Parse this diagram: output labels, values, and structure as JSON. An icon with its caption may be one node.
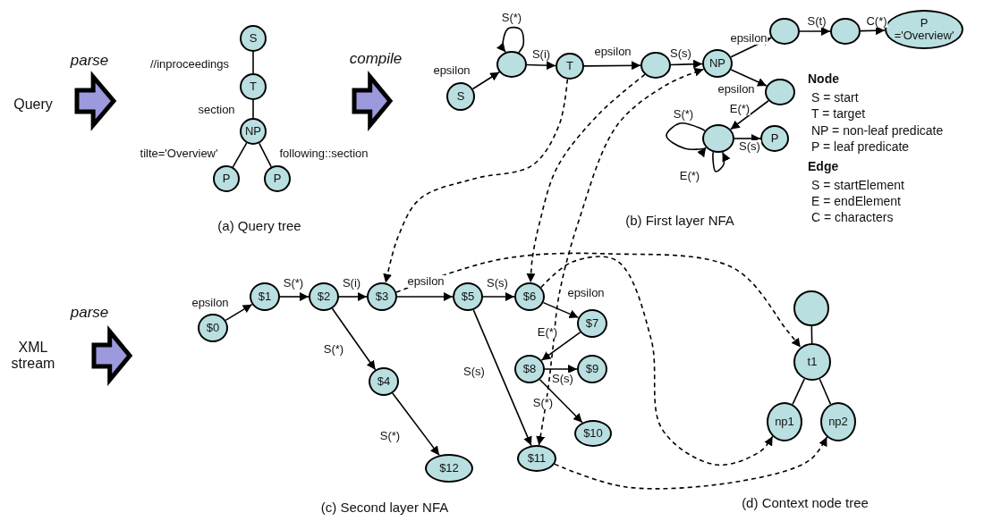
{
  "diagram": {
    "nodes": [
      {
        "text": [
          "S"
        ]
      },
      {
        "text": [
          "T"
        ]
      },
      {
        "text": [
          "NP"
        ]
      },
      {
        "text": [
          "P"
        ]
      },
      {
        "text": [
          "P"
        ]
      },
      {
        "text": [
          "S"
        ]
      },
      {
        "text": [],
        "shape": "circle"
      },
      {
        "text": [
          "T"
        ]
      },
      {
        "text": [],
        "shape": "circle"
      },
      {
        "text": [
          "NP"
        ]
      },
      {
        "text": [],
        "shape": "circle"
      },
      {
        "text": [],
        "shape": "circle"
      },
      {
        "text": [
          "P",
          "='Overview'"
        ]
      },
      {
        "text": [],
        "shape": "circle"
      },
      {
        "text": [],
        "shape": "circle"
      },
      {
        "text": [
          "P"
        ]
      },
      {
        "text": [
          "$0"
        ]
      },
      {
        "text": [
          "$1"
        ]
      },
      {
        "text": [
          "$2"
        ]
      },
      {
        "text": [
          "$3"
        ]
      },
      {
        "text": [
          "$5"
        ]
      },
      {
        "text": [
          "$6"
        ]
      },
      {
        "text": [
          "$7"
        ]
      },
      {
        "text": [
          "$8"
        ]
      },
      {
        "text": [
          "$9"
        ]
      },
      {
        "text": [
          "$4"
        ]
      },
      {
        "text": [
          "$10"
        ]
      },
      {
        "text": [
          "$11"
        ]
      },
      {
        "text": [
          "$12"
        ]
      },
      {
        "text": [],
        "shape": "circle"
      },
      {
        "text": [
          "t1"
        ]
      },
      {
        "text": [
          "np1"
        ]
      },
      {
        "text": [
          "np2"
        ]
      }
    ],
    "edges": [
      {
        "from": 0,
        "to": 1,
        "arrow": "none",
        "label": "//inproceedings"
      },
      {
        "from": 1,
        "to": 2,
        "arrow": "none",
        "label": "section"
      },
      {
        "from": 2,
        "to": 3,
        "arrow": "none",
        "label": "tilte='Overview'"
      },
      {
        "from": 2,
        "to": 4,
        "arrow": "none",
        "label": "following::section"
      },
      {
        "from": 5,
        "to": 6,
        "arrow": "to",
        "label": "epsilon"
      },
      {
        "from": 6,
        "to": 6,
        "arrow": "to",
        "label": "S(*)"
      },
      {
        "from": 6,
        "to": 7,
        "arrow": "to",
        "label": "S(i)"
      },
      {
        "from": 7,
        "to": 8,
        "arrow": "to",
        "label": "epsilon"
      },
      {
        "from": 8,
        "to": 9,
        "arrow": "to",
        "label": "S(s)"
      },
      {
        "from": 9,
        "to": 10,
        "arrow": "to",
        "label": "epsilon"
      },
      {
        "from": 10,
        "to": 11,
        "arrow": "to",
        "label": "S(t)"
      },
      {
        "from": 11,
        "to": 12,
        "arrow": "to",
        "label": "C(*)"
      },
      {
        "from": 9,
        "to": 13,
        "arrow": "to",
        "label": "epsilon"
      },
      {
        "from": 13,
        "to": 14,
        "arrow": "to",
        "label": "E(*)"
      },
      {
        "from": 14,
        "to": 14,
        "arrow": "to",
        "label": "S(*)"
      },
      {
        "from": 14,
        "to": 14,
        "arrow": "to",
        "label": "E(*)"
      },
      {
        "from": 14,
        "to": 15,
        "arrow": "to",
        "label": "S(s)"
      },
      {
        "from": 16,
        "to": 17,
        "arrow": "to",
        "label": "epsilon"
      },
      {
        "from": 17,
        "to": 18,
        "arrow": "to",
        "label": "S(*)"
      },
      {
        "from": 18,
        "to": 19,
        "arrow": "to",
        "label": "S(i)"
      },
      {
        "from": 19,
        "to": 20,
        "arrow": "to",
        "label": "epsilon"
      },
      {
        "from": 20,
        "to": 21,
        "arrow": "to",
        "label": "S(s)"
      },
      {
        "from": 21,
        "to": 22,
        "arrow": "to",
        "label": "epsilon"
      },
      {
        "from": 22,
        "to": 23,
        "arrow": "to",
        "label": "E(*)"
      },
      {
        "from": 23,
        "to": 24,
        "arrow": "to",
        "label": "S(s)"
      },
      {
        "from": 23,
        "to": 26,
        "arrow": "to",
        "label": "S(*)"
      },
      {
        "from": 20,
        "to": 27,
        "arrow": "to",
        "label": "S(s)"
      },
      {
        "from": 18,
        "to": 25,
        "arrow": "to",
        "label": "S(*)"
      },
      {
        "from": 25,
        "to": 28,
        "arrow": "to",
        "label": "S(*)"
      },
      {
        "from": 29,
        "to": 30,
        "arrow": "none"
      },
      {
        "from": 30,
        "to": 31,
        "arrow": "none"
      },
      {
        "from": 30,
        "to": 32,
        "arrow": "none"
      },
      {
        "from": 7,
        "to": 19,
        "arrow": "to",
        "style": "dashed"
      },
      {
        "from": 8,
        "to": 21,
        "arrow": "to",
        "style": "dashed"
      },
      {
        "from": 27,
        "to": 9,
        "arrow": "both",
        "style": "dashed"
      },
      {
        "from": 19,
        "to": 30,
        "arrow": "to",
        "style": "dashed"
      },
      {
        "from": 21,
        "to": 31,
        "arrow": "to",
        "style": "dashed"
      },
      {
        "from": 27,
        "to": 32,
        "arrow": "to",
        "style": "dashed"
      }
    ],
    "labels": [
      "parse",
      "Query",
      "compile",
      "(a) Query tree",
      "Node",
      "S = start",
      "T = target",
      "NP = non-leaf predicate",
      "P = leaf predicate",
      "Edge",
      "S = startElement",
      "E = endElement",
      "C = characters",
      "(b) First layer NFA",
      "parse",
      "XML stream",
      "(c) Second layer NFA",
      "(d) Context node tree"
    ]
  }
}
